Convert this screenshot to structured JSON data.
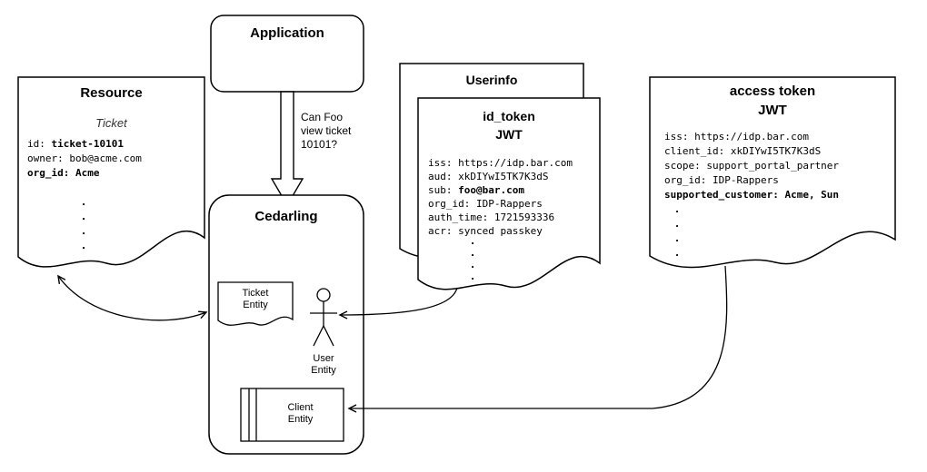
{
  "application": {
    "title": "Application"
  },
  "question_label": "Can Foo\nview ticket\n10101?",
  "resource": {
    "title": "Resource",
    "subtitle": "Ticket",
    "fields": [
      {
        "normal": "id: ",
        "bold": "ticket-10101"
      },
      {
        "normal": "owner: bob@acme.com",
        "bold": ""
      },
      {
        "normal": "",
        "bold": "org_id: Acme"
      }
    ],
    "ellipsis": ".\n.\n.\n."
  },
  "cedarling": {
    "title": "Cedarling",
    "ticket_entity": "Ticket\nEntity",
    "user_entity": "User\nEntity",
    "client_entity": "Client\nEntity"
  },
  "userinfo": {
    "title": "Userinfo"
  },
  "id_token": {
    "title": "id_token",
    "subtitle": "JWT",
    "fields": [
      {
        "normal": "iss: https://idp.bar.com",
        "bold": ""
      },
      {
        "normal": "aud: xkDIYwI5TK7K3dS",
        "bold": ""
      },
      {
        "normal": "sub: ",
        "bold": "foo@bar.com"
      },
      {
        "normal": "org_id: IDP-Rappers",
        "bold": ""
      },
      {
        "normal": "auth_time: 1721593336",
        "bold": ""
      },
      {
        "normal": "acr: synced passkey",
        "bold": ""
      }
    ],
    "ellipsis": ".\n.\n.\n."
  },
  "access_token": {
    "title": "access token",
    "subtitle": "JWT",
    "fields": [
      {
        "normal": "iss: https://idp.bar.com",
        "bold": ""
      },
      {
        "normal": "client_id: xkDIYwI5TK7K3dS",
        "bold": ""
      },
      {
        "normal": "scope: support_portal_partner",
        "bold": ""
      },
      {
        "normal": "org_id: IDP-Rappers",
        "bold": ""
      },
      {
        "normal": "",
        "bold": "supported_customer: Acme, Sun"
      }
    ],
    "ellipsis": ".\n.\n.\n."
  },
  "colors": {
    "stroke": "#000000",
    "background": "#ffffff"
  }
}
